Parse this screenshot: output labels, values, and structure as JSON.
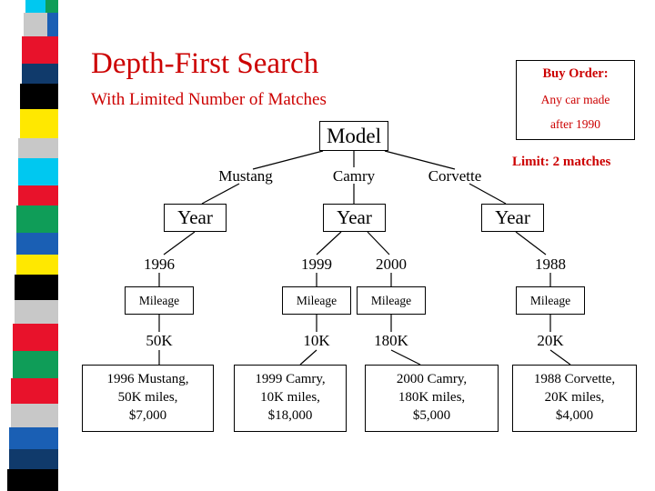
{
  "title": "Depth-First Search",
  "subtitle": "With Limited Number of Matches",
  "buy_order": {
    "title": "Buy Order:",
    "line1": "Any car made",
    "line2": "after 1990",
    "limit": "Limit: 2 matches"
  },
  "colors": {
    "heading_red": "#cc0000",
    "strip_red": "#e8122b",
    "strip_blue": "#1a5fb4",
    "strip_cyan": "#00c8f0",
    "strip_yellow": "#ffe800",
    "strip_green": "#0f9d58",
    "strip_silver": "#c8c8c8",
    "strip_black": "#000000",
    "strip_navy": "#103a6b"
  },
  "tree": {
    "root": "Model",
    "branches": [
      {
        "make": "Mustang",
        "year_label": "Year",
        "years": [
          "1996"
        ],
        "mileage_label": "Mileage",
        "mileages": [
          "50K"
        ],
        "leaves": [
          "1996 Mustang,|50K miles,|$7,000"
        ]
      },
      {
        "make": "Camry",
        "year_label": "Year",
        "years": [
          "1999",
          "2000"
        ],
        "mileage_labels": [
          "Mileage",
          "Mileage"
        ],
        "mileages": [
          "10K",
          "180K"
        ],
        "leaves": [
          "1999 Camry,|10K miles,|$18,000",
          "2000 Camry,|180K miles,|$5,000"
        ]
      },
      {
        "make": "Corvette",
        "year_label": "Year",
        "years": [
          "1988"
        ],
        "mileage_label": "Mileage",
        "mileages": [
          "20K"
        ],
        "leaves": [
          "1988 Corvette,|20K miles,|$4,000"
        ]
      }
    ]
  },
  "nodes": {
    "model": "Model",
    "mustang": "Mustang",
    "camry": "Camry",
    "corvette": "Corvette",
    "year1": "Year",
    "year2": "Year",
    "year3": "Year",
    "y1996": "1996",
    "y1999": "1999",
    "y2000": "2000",
    "y1988": "1988",
    "mileage1": "Mileage",
    "mileage2": "Mileage",
    "mileage3": "Mileage",
    "mileage4": "Mileage",
    "m50k": "50K",
    "m10k": "10K",
    "m180k": "180K",
    "m20k": "20K",
    "leaf1": {
      "l1": "1996 Mustang,",
      "l2": "50K miles,",
      "l3": "$7,000"
    },
    "leaf2": {
      "l1": "1999 Camry,",
      "l2": "10K miles,",
      "l3": "$18,000"
    },
    "leaf3": {
      "l1": "2000 Camry,",
      "l2": "180K miles,",
      "l3": "$5,000"
    },
    "leaf4": {
      "l1": "1988 Corvette,",
      "l2": "20K miles,",
      "l3": "$4,000"
    }
  }
}
